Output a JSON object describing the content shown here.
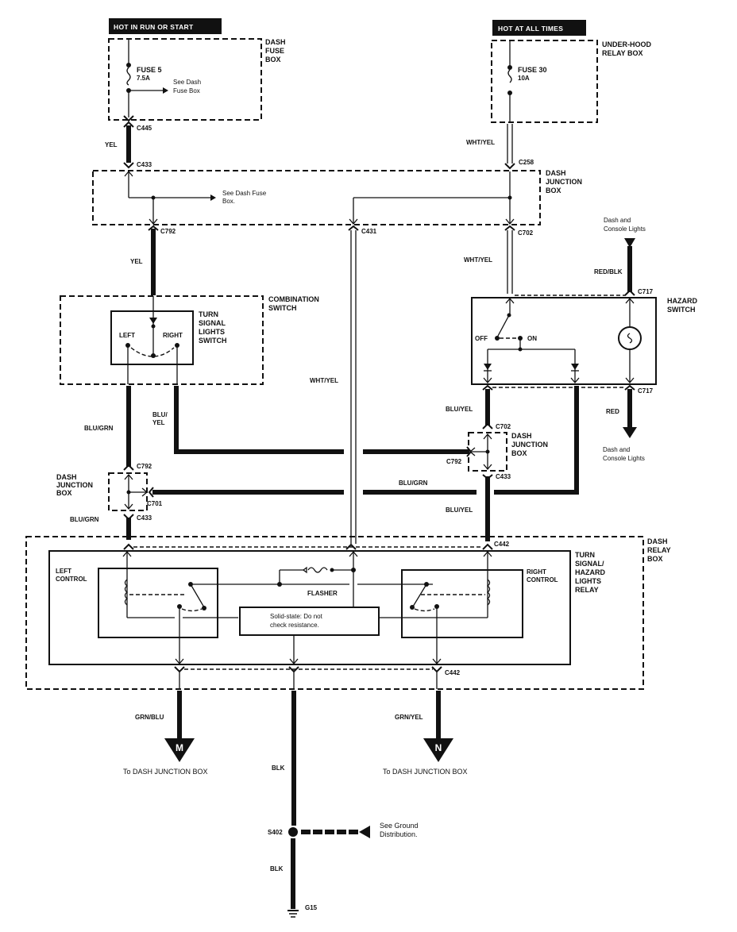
{
  "banners": {
    "left": "HOT IN RUN OR START",
    "right": "HOT AT ALL TIMES"
  },
  "boxes": {
    "dash_fuse_box": [
      "DASH",
      "FUSE",
      "BOX"
    ],
    "under_hood_relay_box": [
      "UNDER-HOOD",
      "RELAY BOX"
    ],
    "dash_junction_box_top": [
      "DASH",
      "JUNCTION",
      "BOX"
    ],
    "combination_switch": [
      "COMBINATION",
      "SWITCH"
    ],
    "turn_signal_lights_switch": [
      "TURN",
      "SIGNAL",
      "LIGHTS",
      "SWITCH"
    ],
    "hazard_switch": [
      "HAZARD",
      "SWITCH"
    ],
    "dash_junction_box_left": [
      "DASH",
      "JUNCTION",
      "BOX"
    ],
    "dash_junction_box_right": [
      "DASH",
      "JUNCTION",
      "BOX"
    ],
    "dash_relay_box": [
      "DASH",
      "RELAY",
      "BOX"
    ],
    "turn_signal_hazard_relay": [
      "TURN",
      "SIGNAL/",
      "HAZARD",
      "LIGHTS",
      "RELAY"
    ]
  },
  "fuses": {
    "fuse5": {
      "name": "FUSE 5",
      "rating": "7.5A"
    },
    "fuse30": {
      "name": "FUSE 30",
      "rating": "10A"
    }
  },
  "notes": {
    "see_dash_fuse_box_1": [
      "See Dash",
      "Fuse Box"
    ],
    "see_dash_fuse_box_2": [
      "See Dash Fuse",
      "Box."
    ],
    "dash_console_lights_top": [
      "Dash and",
      "Console Lights"
    ],
    "dash_console_lights_bottom": [
      "Dash and",
      "Console Lights"
    ],
    "solid_state": [
      "Solid-state: Do not",
      "check resistance."
    ],
    "see_ground": [
      "See Ground",
      "Distribution."
    ],
    "to_dash_junction_m": "To DASH JUNCTION BOX",
    "to_dash_junction_n": "To DASH JUNCTION BOX"
  },
  "switch_labels": {
    "left": "LEFT",
    "right": "RIGHT",
    "off": "OFF",
    "on": "ON",
    "left_control": [
      "LEFT",
      "CONTROL"
    ],
    "right_control": [
      "RIGHT",
      "CONTROL"
    ],
    "flasher": "FLASHER"
  },
  "connectors": {
    "c445": "C445",
    "c433_top": "C433",
    "c258": "C258",
    "c792_top": "C792",
    "c431": "C431",
    "c702_top": "C702",
    "c717_top": "C717",
    "c717_bottom": "C717",
    "c702_mid": "C702",
    "c792_right": "C792",
    "c433_right": "C433",
    "c792_left": "C792",
    "c701": "C701",
    "c433_left": "C433",
    "c442_top": "C442",
    "c442_bottom": "C442",
    "s402": "S402",
    "g15": "G15"
  },
  "wires": {
    "yel_1": "YEL",
    "yel_2": "YEL",
    "wht_yel_1": "WHT/YEL",
    "wht_yel_2": "WHT/YEL",
    "wht_yel_3": "WHT/YEL",
    "red_blk": "RED/BLK",
    "red": "RED",
    "blu_grn_1": "BLU/GRN",
    "blu_yel_1": [
      "BLU/",
      "YEL"
    ],
    "blu_yel_2": "BLU/YEL",
    "blu_grn_2": "BLU/GRN",
    "blu_yel_3": "BLU/YEL",
    "blu_grn_3": "BLU/GRN",
    "grn_blu": "GRN/BLU",
    "grn_yel": "GRN/YEL",
    "blk_1": "BLK",
    "blk_2": "BLK"
  },
  "terminals": {
    "m": "M",
    "n": "N"
  }
}
